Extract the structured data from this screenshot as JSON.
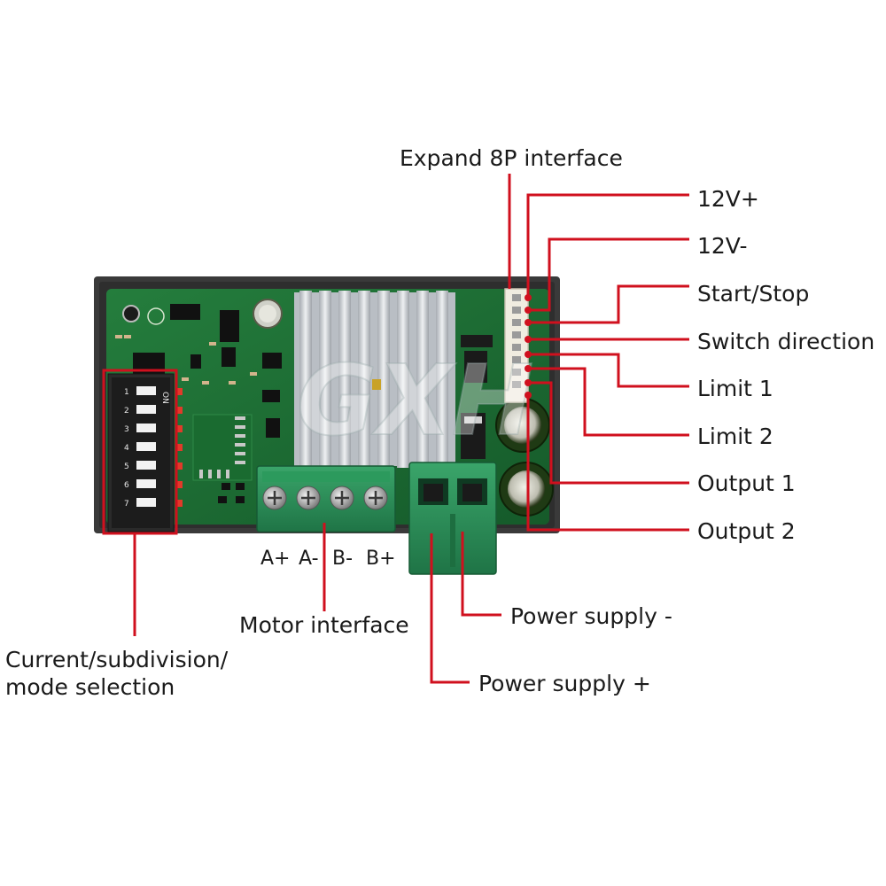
{
  "colors": {
    "leader_line": "#d0101e",
    "pcb": "#1e6e34",
    "enclosure": "#3a3a3a",
    "terminal": "#2a8f57",
    "heatsink": "#c9cdd2"
  },
  "watermark": "GXH",
  "labels": {
    "expand": "Expand 8P interface",
    "pin_12v_plus": "12V+",
    "pin_12v_minus": "12V-",
    "start_stop": "Start/Stop",
    "switch_direction": "Switch direction",
    "limit_1": "Limit 1",
    "limit_2": "Limit 2",
    "output_1": "Output 1",
    "output_2": "Output 2",
    "motor_interface": "Motor interface",
    "motor_pins": [
      "A+",
      "A-",
      "B-",
      "B+"
    ],
    "power_minus": "Power supply -",
    "power_plus": "Power supply +",
    "dip_line1": "Current/subdivision/",
    "dip_line2": "mode selection"
  },
  "dip_switch": {
    "positions": [
      "1",
      "2",
      "3",
      "4",
      "5",
      "6",
      "7"
    ],
    "on_label": "ON"
  }
}
